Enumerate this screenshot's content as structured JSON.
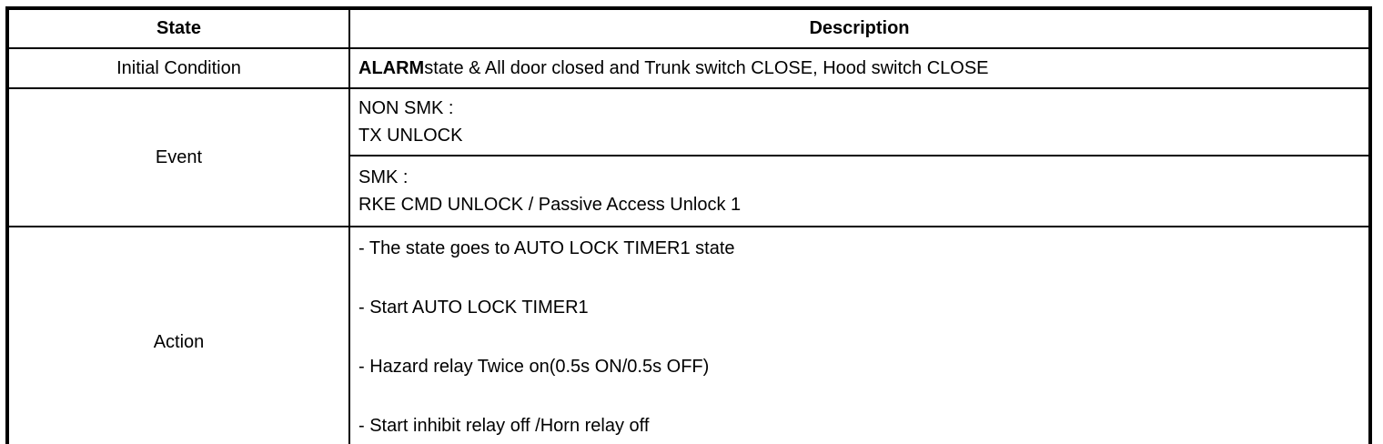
{
  "table": {
    "headers": {
      "state": "State",
      "description": "Description"
    },
    "rows": {
      "initial_condition": {
        "label": "Initial Condition",
        "description_bold": "ALARM",
        "description_rest": "state & All door closed and Trunk switch CLOSE, Hood switch CLOSE"
      },
      "event": {
        "label": "Event",
        "non_smk": {
          "line1": "NON SMK :",
          "line2": "TX UNLOCK"
        },
        "smk": {
          "line1": "SMK :",
          "line2": "RKE CMD UNLOCK / Passive Access Unlock 1"
        }
      },
      "action": {
        "label": "Action",
        "items": [
          "- The state goes to AUTO LOCK TIMER1 state",
          "- Start AUTO LOCK TIMER1",
          "- Hazard relay Twice on(0.5s ON/0.5s OFF)",
          "- Start inhibit relay off /Horn relay off"
        ]
      }
    }
  }
}
